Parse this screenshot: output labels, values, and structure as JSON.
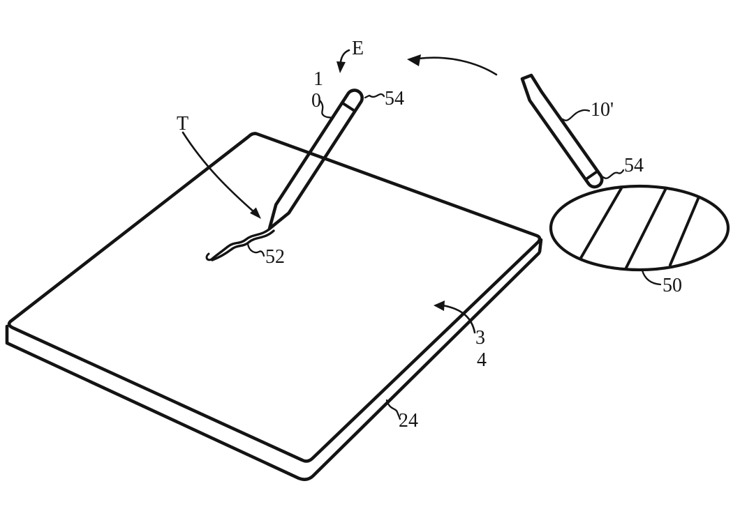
{
  "figure": {
    "kind": "patent-line-drawing",
    "description": "Stylus with cap erasing a trace on a tablet surface; second stylus over hatched detail region",
    "ink_color": "#141414",
    "background_color": "#ffffff",
    "labels": {
      "erase_gesture": "E",
      "stylus_digit_1": "1",
      "stylus_digit_2": "0",
      "cap_left": "54",
      "trace_pointer": "T",
      "trace": "52",
      "stylus_alt": "10'",
      "cap_right": "54",
      "detail_region": "50",
      "surface_digit_1": "3",
      "surface_digit_2": "4",
      "edge": "24"
    }
  }
}
